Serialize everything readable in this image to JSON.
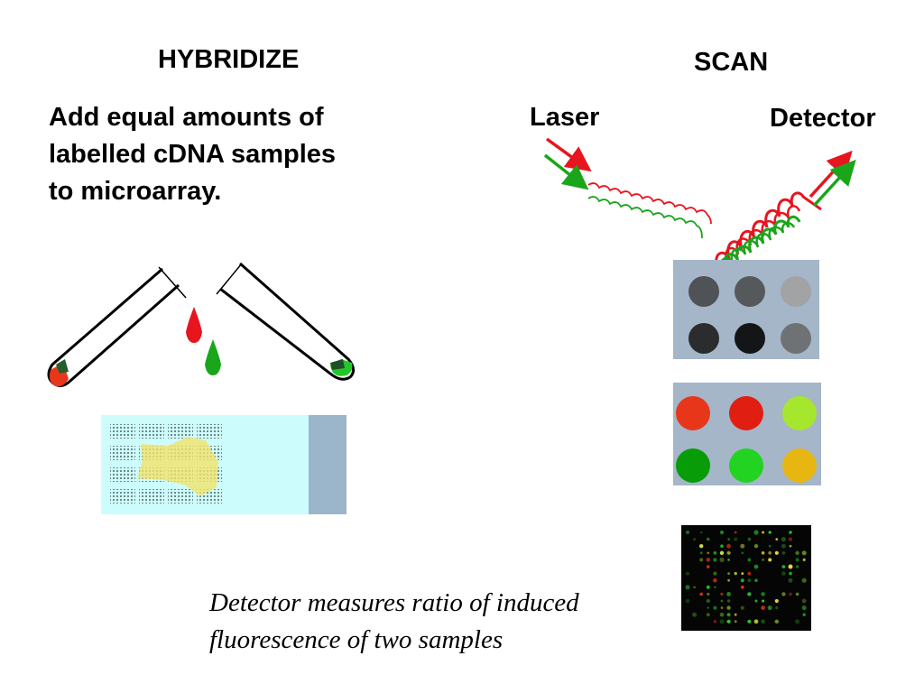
{
  "hybridize": {
    "title": "HYBRIDIZE",
    "description_lines": [
      "Add equal amounts of",
      "labelled cDNA samples",
      "to microarray."
    ]
  },
  "scan": {
    "title": "SCAN",
    "laser_label": "Laser",
    "detector_label": "Detector"
  },
  "caption_lines": [
    "Detector measures ratio of induced",
    "fluorescence of two samples"
  ],
  "colors": {
    "red_dye": "#e8141e",
    "green_dye": "#1aa51a",
    "slide_glass": "#ccfcfc",
    "slide_label": "#9bb5ca",
    "hyb_patch": "#f2e26a",
    "chip_bg": "#a4b6c8"
  },
  "gray_spots": [
    "#4f5256",
    "#56595c",
    "#a1a3a5",
    "#2a2c2e",
    "#141517",
    "#6f7275"
  ],
  "color_spots": [
    "#e8361a",
    "#e01f12",
    "#a6e62c",
    "#089c08",
    "#22d322",
    "#e8b610"
  ],
  "icons": [
    "test-tube-icon",
    "droplet-icon",
    "wavy-beam-icon",
    "microarray-chip-icon"
  ]
}
